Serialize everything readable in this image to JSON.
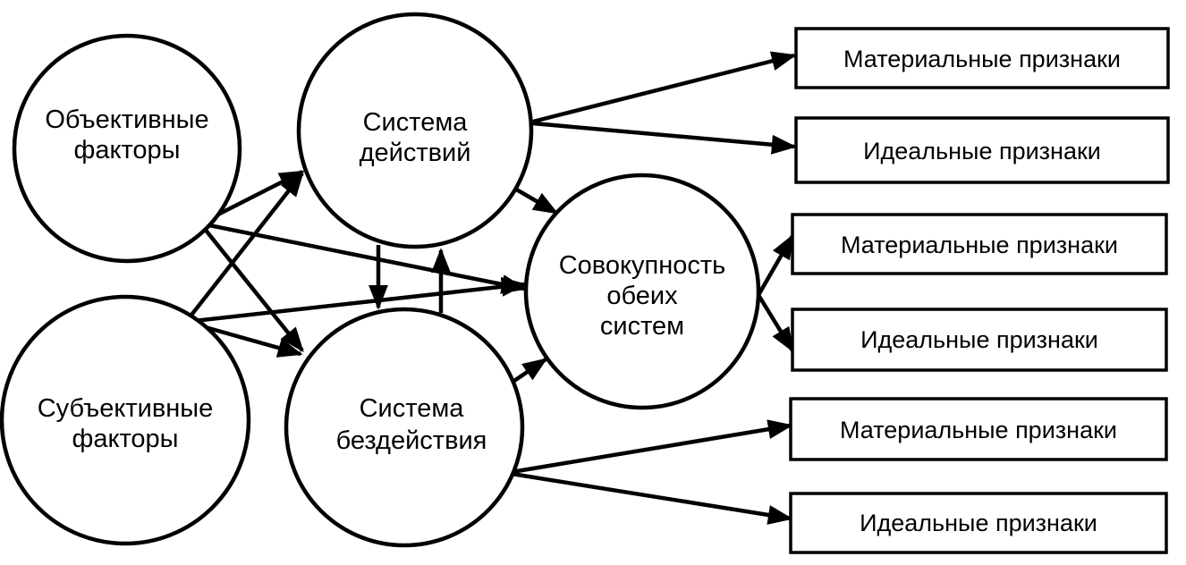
{
  "nodes": {
    "objective_factors": {
      "lines": [
        "Объективные",
        "факторы"
      ]
    },
    "subjective_factors": {
      "lines": [
        "Субъективные",
        "факторы"
      ]
    },
    "action_system": {
      "lines": [
        "Система",
        "действий"
      ]
    },
    "inaction_system": {
      "lines": [
        "Система",
        "бездействия"
      ]
    },
    "combined_systems": {
      "lines": [
        "Совокупность",
        "обеих",
        "систем"
      ]
    }
  },
  "boxes": [
    {
      "label": "Материальные признаки"
    },
    {
      "label": "Идеальные признаки"
    },
    {
      "label": "Материальные признаки"
    },
    {
      "label": "Идеальные признаки"
    },
    {
      "label": "Материальные признаки"
    },
    {
      "label": "Идеальные признаки"
    }
  ]
}
